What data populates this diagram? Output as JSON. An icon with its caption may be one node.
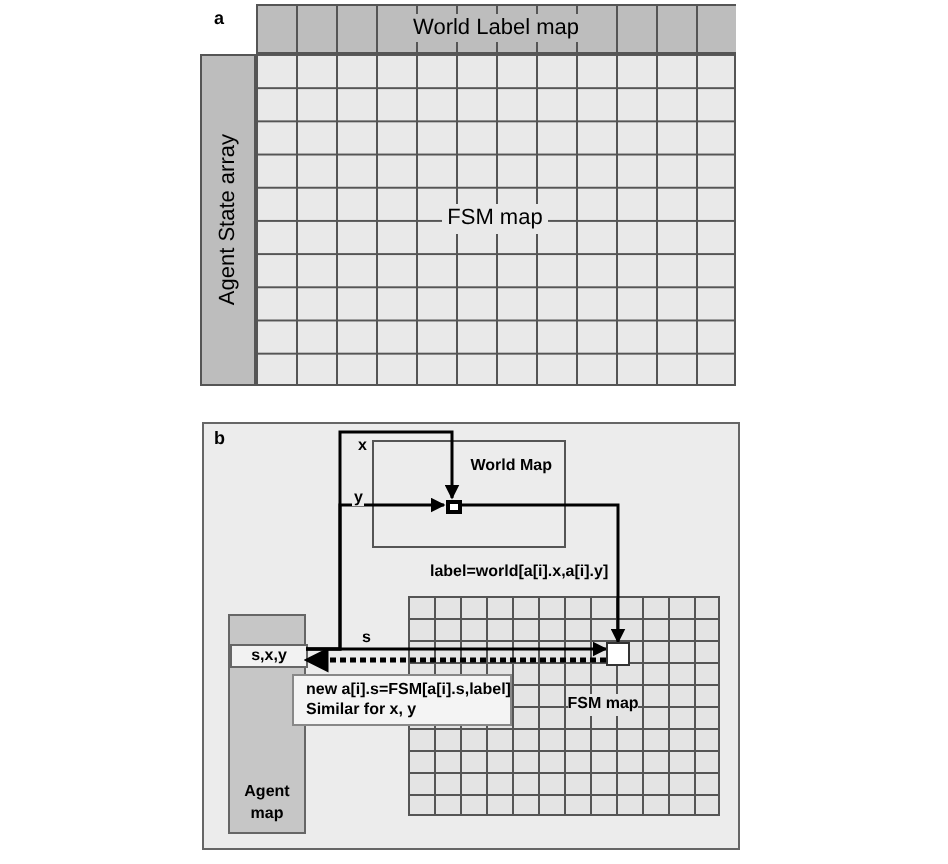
{
  "diagram": {
    "nodes": [
      {
        "text": [
          "World Label map"
        ]
      },
      {
        "text": [
          "Agent State array"
        ]
      },
      {
        "text": [
          "FSM map"
        ]
      },
      {
        "text": [
          "World Map"
        ]
      },
      {
        "text": [],
        "shape": "box",
        "in": 3
      },
      {
        "text": [
          "Agent map"
        ]
      },
      {
        "text": [
          "s,x,y"
        ],
        "in": 5
      },
      {
        "text": [
          "FSM map"
        ]
      },
      {
        "text": [],
        "shape": "box",
        "in": 7
      },
      {
        "text": [
          "new a[i].s=FSM[a[i].s,label]",
          "Similar for x, y"
        ]
      }
    ],
    "edges": [
      {
        "from": 6,
        "to": 4,
        "arrow": "to",
        "label": "x"
      },
      {
        "from": 6,
        "to": 4,
        "arrow": "to",
        "label": "y"
      },
      {
        "from": 4,
        "to": 8,
        "arrow": "to",
        "label": "label=world[a[i].x,a[i].y]"
      },
      {
        "from": 6,
        "to": 8,
        "arrow": "to",
        "label": "s"
      },
      {
        "from": 8,
        "to": 6,
        "arrow": "to",
        "style": "dashed"
      }
    ],
    "labels": [
      "a",
      "b"
    ]
  }
}
